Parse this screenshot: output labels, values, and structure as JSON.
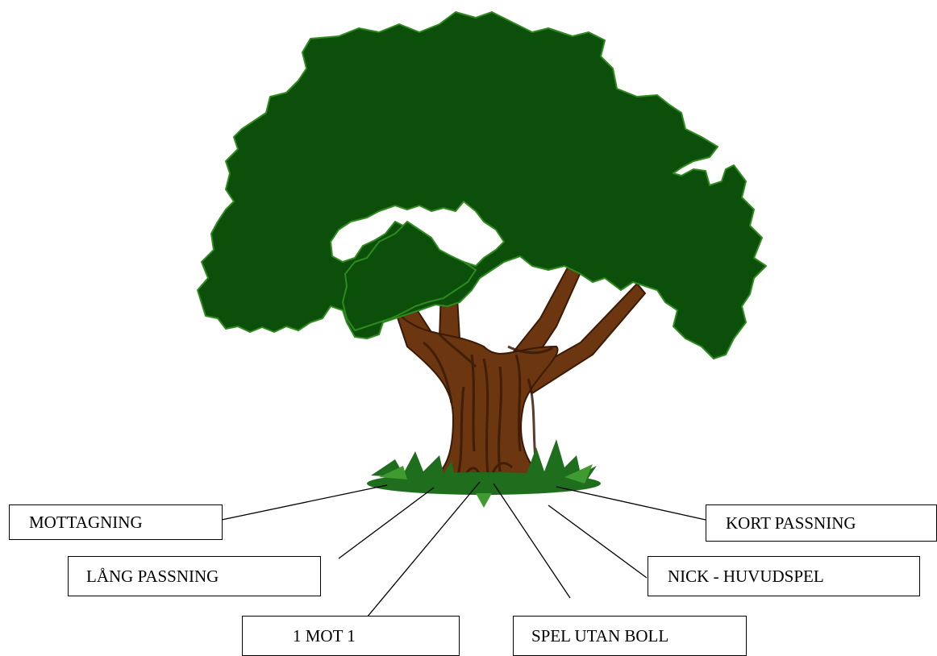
{
  "labels": {
    "mottagning": "MOTTAGNING",
    "lang_passning": "LÅNG PASSNING",
    "ett_mot_ett": "1 MOT 1",
    "spel_utan_boll": "SPEL UTAN BOLL",
    "nick_huvudspel": "NICK - HUVUDSPEL",
    "kort_passning": "KORT PASSNING"
  },
  "colors": {
    "foliage": "#0b4f0b",
    "foliage_edge": "#2f8a1e",
    "trunk": "#6b3610",
    "trunk_dark": "#3b1a06",
    "grass": "#1e6e1e",
    "grass_light": "#3f9a2f"
  }
}
